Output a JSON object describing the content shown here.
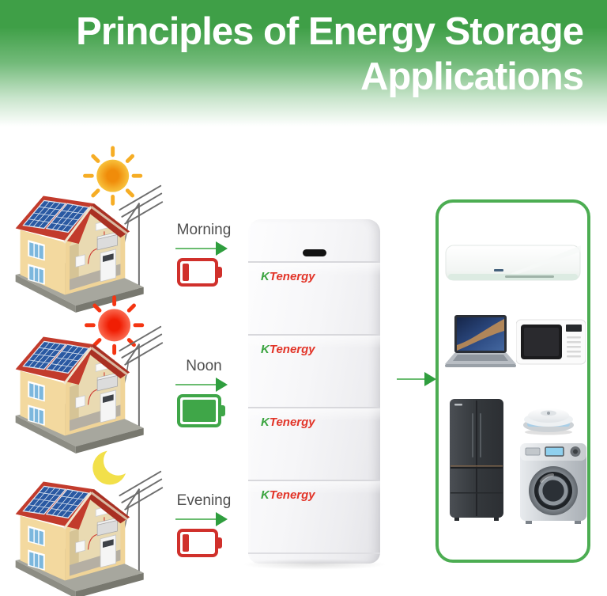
{
  "title": {
    "line1": "Principles of Energy Storage",
    "line2": "Applications"
  },
  "scenes": [
    {
      "label": "Morning",
      "sky": "yellow-sun",
      "battery": "low",
      "battery_color": "#d0302b"
    },
    {
      "label": "Noon",
      "sky": "red-sun",
      "battery": "full",
      "battery_color": "#3fa648"
    },
    {
      "label": "Evening",
      "sky": "crescent-moon",
      "battery": "low",
      "battery_color": "#d0302b"
    }
  ],
  "tower": {
    "logo_k": "K",
    "logo_rest": "Tenergy",
    "module_count": 4
  },
  "appliances": [
    {
      "name": "air-conditioner"
    },
    {
      "name": "laptop"
    },
    {
      "name": "microwave-oven"
    },
    {
      "name": "refrigerator"
    },
    {
      "name": "robot-vacuum-cleaner"
    },
    {
      "name": "washing-machine"
    }
  ],
  "colors": {
    "header_green": "#3f9f47",
    "arrow_shaft": "#6abc70",
    "arrow_head": "#2f9e3e",
    "brand_red": "#e23327",
    "brand_green": "#3aa43f",
    "panel_border": "#4cad52",
    "label_text": "#4f4f4f",
    "sun_morning_core": "#f08c0a",
    "sun_morning_edge": "#f8c23c",
    "sun_morning_ray": "#f6ad25",
    "sun_noon_core": "#f01e04",
    "sun_noon_edge": "#fa6a50",
    "sun_noon_ray": "#f43512",
    "moon": "#f2e04a"
  }
}
